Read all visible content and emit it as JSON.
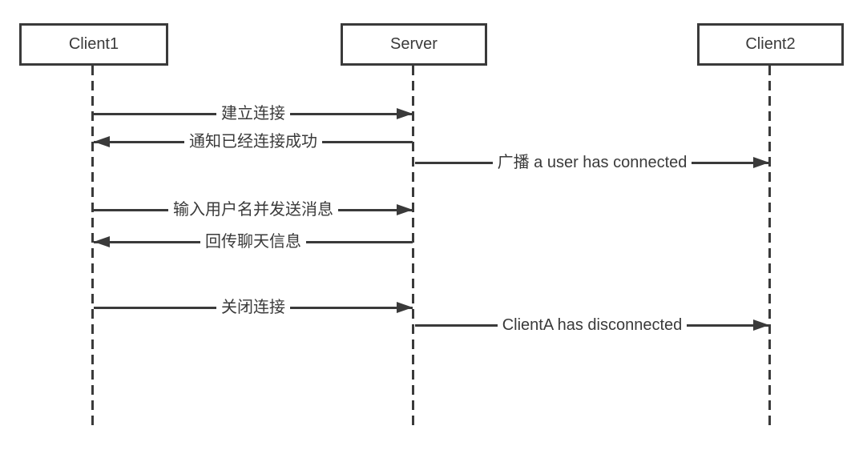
{
  "diagram": {
    "type": "sequence-diagram",
    "colors": {
      "line": "#3a3a3a",
      "background": "#ffffff"
    },
    "actors": [
      {
        "id": "client1",
        "label": "Client1"
      },
      {
        "id": "server",
        "label": "Server"
      },
      {
        "id": "client2",
        "label": "Client2"
      }
    ],
    "messages": [
      {
        "from": "Client1",
        "to": "Server",
        "direction": "right",
        "label": "建立连接"
      },
      {
        "from": "Server",
        "to": "Client1",
        "direction": "left",
        "label": "通知已经连接成功"
      },
      {
        "from": "Server",
        "to": "Client2",
        "direction": "right",
        "label": "广播 a user has connected"
      },
      {
        "from": "Client1",
        "to": "Server",
        "direction": "right",
        "label": "输入用户名并发送消息"
      },
      {
        "from": "Server",
        "to": "Client1",
        "direction": "left",
        "label": "回传聊天信息"
      },
      {
        "from": "Client1",
        "to": "Server",
        "direction": "right",
        "label": "关闭连接"
      },
      {
        "from": "Server",
        "to": "Client2",
        "direction": "right",
        "label": "ClientA has disconnected"
      }
    ]
  }
}
